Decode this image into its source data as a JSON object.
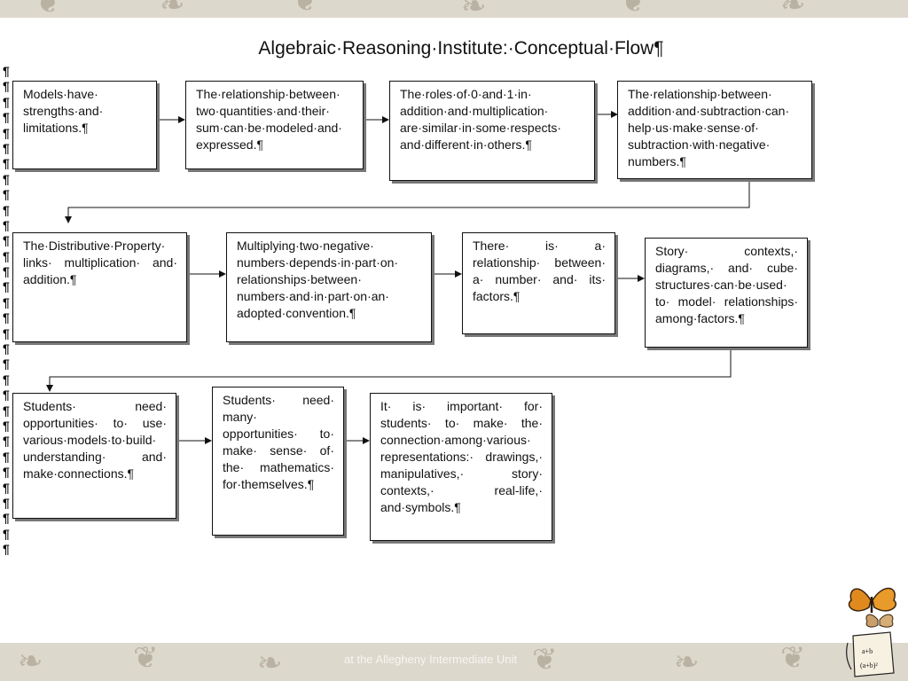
{
  "title": "Algebraic·Reasoning·Institute:·Conceptual·Flow¶",
  "pilcrow_mark": "¶",
  "boxes": {
    "b1": "Models·have· strengths·and· limitations.¶",
    "b2": "The·relationship·between· two·quantities·and·their· sum·can·be·modeled·and· expressed.¶",
    "b3": "The·roles·of·0·and·1·in· addition·and·multiplication· are·similar·in·some·respects· and·different·in·others.¶",
    "b4": "The·relationship·between· addition·and·subtraction·can· help·us·make·sense·of· subtraction·with·negative· numbers.¶",
    "b5": "The·Distributive·Property· links· multiplication· and· addition.¶",
    "b6": "Multiplying·two·negative· numbers·depends·in·part·on· relationships·between· numbers·and·in·part·on·an· adopted·convention.¶",
    "b7": "There· is· a· relationship· between· a· number· and· its· factors.¶",
    "b8": "Story· contexts,· diagrams,· and· cube· structures·can·be·used· to· model· relationships· among·factors.¶",
    "b9": "Students· need· opportunities· to· use· various·models·to·build· understanding· and· make·connections.¶",
    "b10": "Students· need· many· opportunities· to· make· sense· of· the· mathematics· for·themselves.¶",
    "b11": "It· is· important· for· students· to· make· the· connection·among·various· representations:· drawings,· manipulatives,· story· contexts,· real-life,· and·symbols.¶"
  },
  "footer": {
    "line1": "at the Allegheny Intermediate Unit"
  },
  "logo": {
    "formula_lines": [
      "a+b",
      "(a+b)²"
    ]
  }
}
